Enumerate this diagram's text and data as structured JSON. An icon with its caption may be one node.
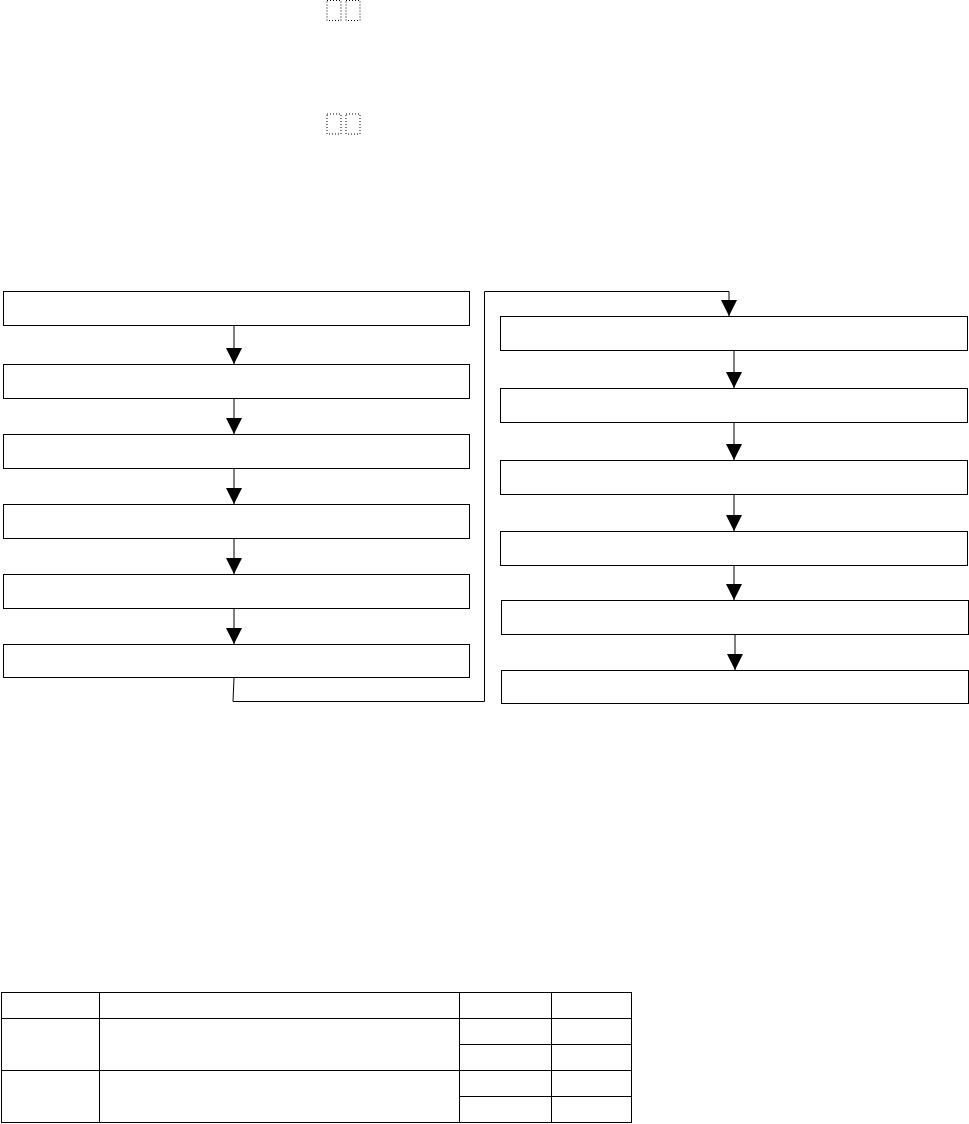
{
  "diagram": {
    "nodes": [
      {
        "text": [],
        "shape": "box"
      },
      {
        "text": [],
        "shape": "box"
      },
      {
        "text": [],
        "shape": "box"
      },
      {
        "text": [],
        "shape": "box"
      },
      {
        "text": [],
        "shape": "box"
      },
      {
        "text": [],
        "shape": "box"
      },
      {
        "text": [],
        "shape": "box"
      },
      {
        "text": [],
        "shape": "box"
      },
      {
        "text": [],
        "shape": "box"
      },
      {
        "text": [],
        "shape": "box"
      },
      {
        "text": [],
        "shape": "box"
      },
      {
        "text": [],
        "shape": "box"
      }
    ],
    "edges": [
      {
        "from": 0,
        "to": 1,
        "arrow": "to"
      },
      {
        "from": 1,
        "to": 2,
        "arrow": "to"
      },
      {
        "from": 2,
        "to": 3,
        "arrow": "to"
      },
      {
        "from": 3,
        "to": 4,
        "arrow": "to"
      },
      {
        "from": 4,
        "to": 5,
        "arrow": "to"
      },
      {
        "from": 5,
        "to": 6,
        "arrow": "to"
      },
      {
        "from": 6,
        "to": 7,
        "arrow": "to"
      },
      {
        "from": 7,
        "to": 8,
        "arrow": "to"
      },
      {
        "from": 8,
        "to": 9,
        "arrow": "to"
      },
      {
        "from": 9,
        "to": 10,
        "arrow": "to"
      },
      {
        "from": 10,
        "to": 11,
        "arrow": "to"
      }
    ]
  }
}
